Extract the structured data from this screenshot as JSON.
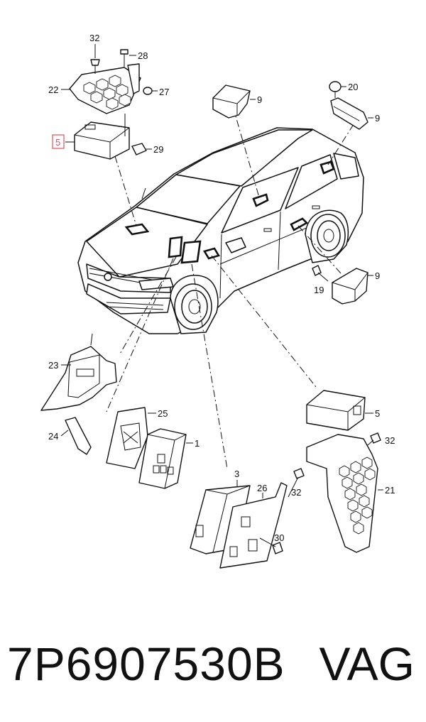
{
  "diagram": {
    "callouts": {
      "c1": "1",
      "c3": "3",
      "c5a": "5",
      "c5b": "5",
      "c9a": "9",
      "c9b": "9",
      "c9c": "9",
      "c19": "19",
      "c20": "20",
      "c21": "21",
      "c22": "22",
      "c23": "23",
      "c24": "24",
      "c25": "25",
      "c26": "26",
      "c27": "27",
      "c28": "28",
      "c29": "29",
      "c30": "30",
      "c32a": "32",
      "c32b": "32",
      "c32c": "32"
    },
    "highlighted_callout": "c5a",
    "highlight_color": "#e05060"
  },
  "footer": {
    "part_number": "7P6907530B",
    "brand": "VAG"
  }
}
